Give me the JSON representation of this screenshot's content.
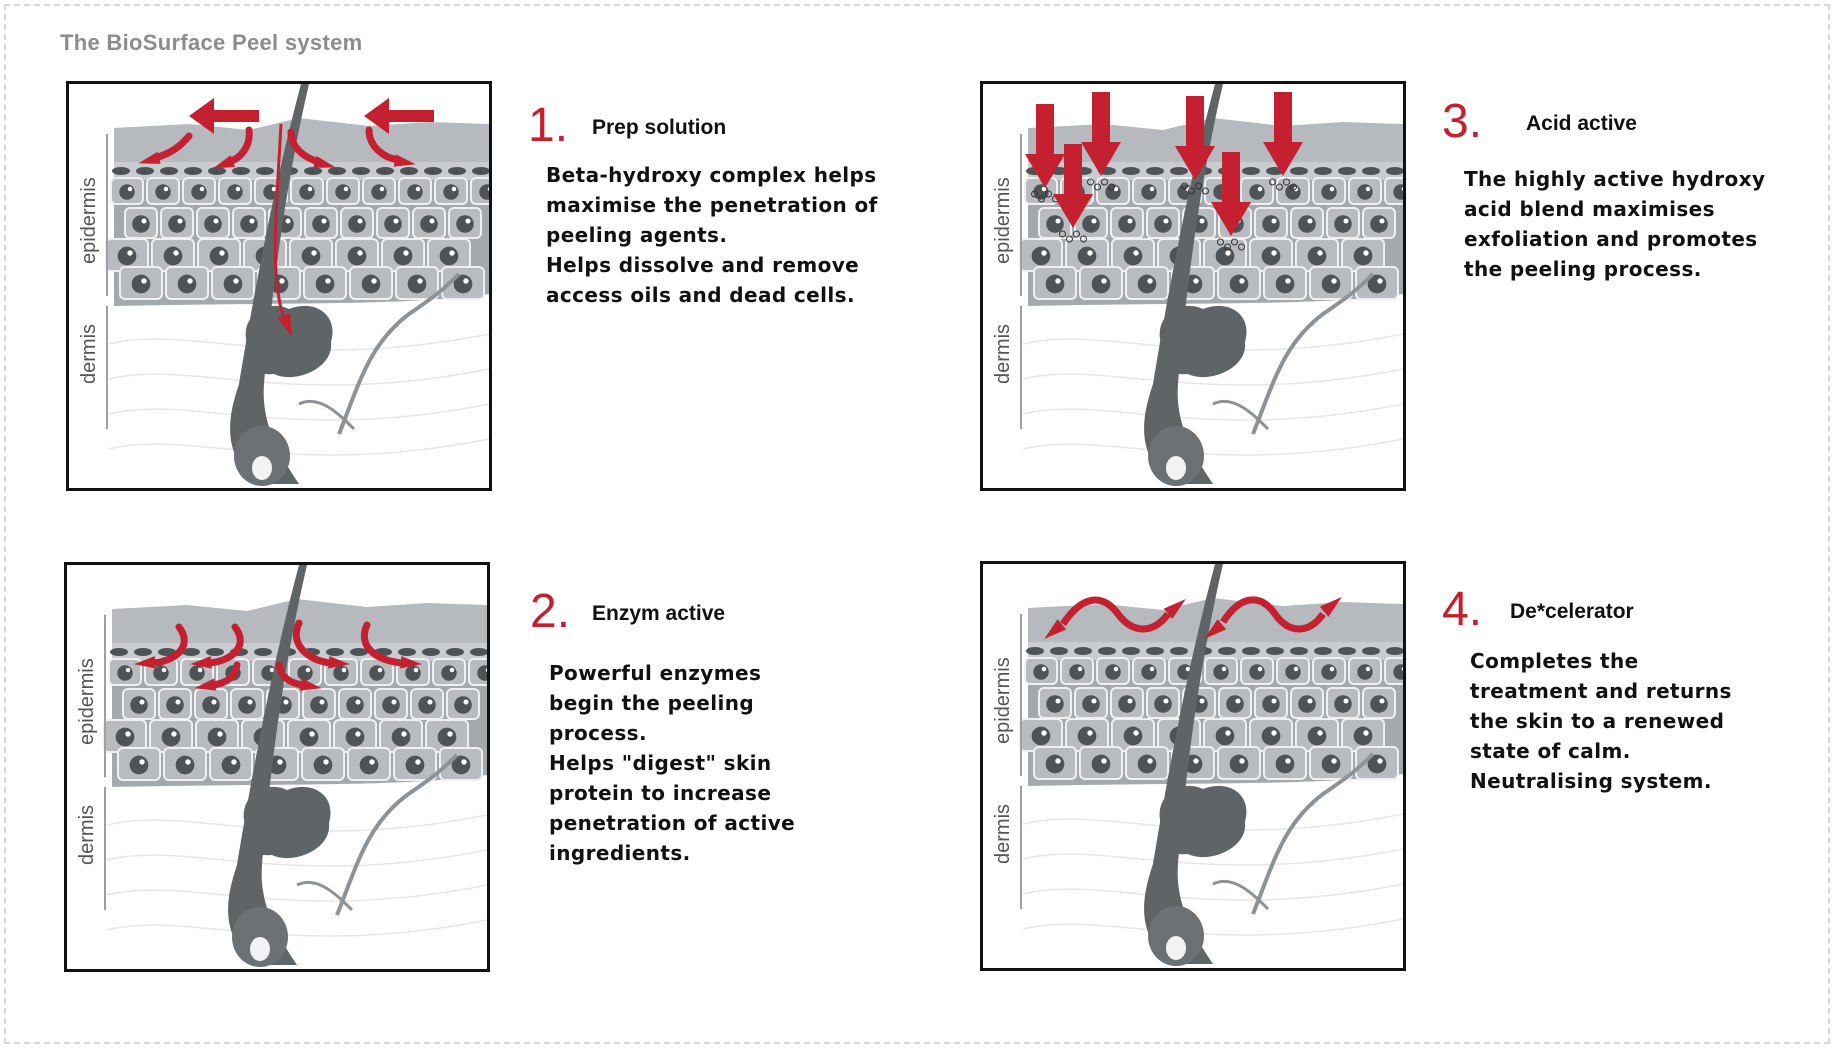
{
  "page": {
    "title": "The BioSurface Peel system"
  },
  "labels": {
    "epidermis": "epidermis",
    "dermis": "dermis"
  },
  "colors": {
    "accent": "#c4202f",
    "skin_gray": "#a9adb2",
    "hair": "#5f6467",
    "border": "#111111"
  },
  "steps": [
    {
      "number": "1.",
      "title": "Prep solution",
      "lines": [
        "Beta-hydroxy complex helps",
        "maximise the penetration of",
        "peeling agents.",
        "Helps dissolve and remove",
        "access oils and dead cells."
      ],
      "arrow_style": "spread-and-down"
    },
    {
      "number": "2.",
      "title": "Enzym active",
      "lines": [
        "Powerful enzymes",
        "begin the peeling",
        "process.",
        "Helps \"digest\" skin",
        "protein to increase",
        "penetration of active",
        "ingredients."
      ],
      "arrow_style": "curved-spread"
    },
    {
      "number": "3.",
      "title": "Acid active",
      "lines": [
        "The highly active hydroxy",
        "acid blend maximises",
        "exfoliation and promotes",
        "the peeling process."
      ],
      "arrow_style": "down-arrows"
    },
    {
      "number": "4.",
      "title": "De*celerator",
      "lines": [
        "Completes the",
        "treatment and returns",
        "the skin to a renewed",
        "state of calm.",
        "Neutralising system."
      ],
      "arrow_style": "wave-arrows"
    }
  ]
}
